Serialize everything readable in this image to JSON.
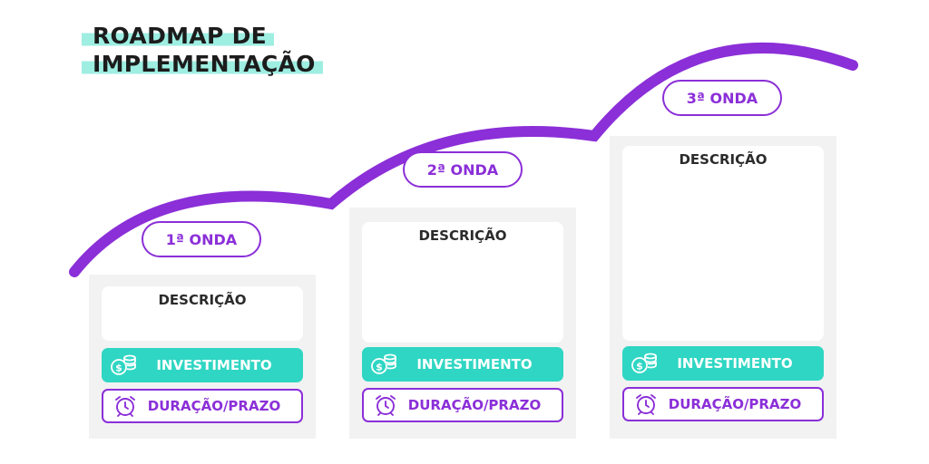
{
  "title": {
    "line1": "ROADMAP DE",
    "line2": "IMPLEMENTAÇÃO"
  },
  "colors": {
    "purple": "#8b2fd8",
    "teal": "#2fd6c3",
    "highlight": "#9eeee2",
    "panel": "#f2f2f2"
  },
  "waves": [
    {
      "label": "1ª ONDA",
      "description": "DESCRIÇÃO",
      "investment": "INVESTIMENTO",
      "duration": "DURAÇÃO/PRAZO",
      "investment_icon": "coins-icon",
      "duration_icon": "alarm-clock-icon"
    },
    {
      "label": "2ª ONDA",
      "description": "DESCRIÇÃO",
      "investment": "INVESTIMENTO",
      "duration": "DURAÇÃO/PRAZO",
      "investment_icon": "coins-icon",
      "duration_icon": "alarm-clock-icon"
    },
    {
      "label": "3ª ONDA",
      "description": "DESCRIÇÃO",
      "investment": "INVESTIMENTO",
      "duration": "DURAÇÃO/PRAZO",
      "investment_icon": "coins-icon",
      "duration_icon": "alarm-clock-icon"
    }
  ]
}
